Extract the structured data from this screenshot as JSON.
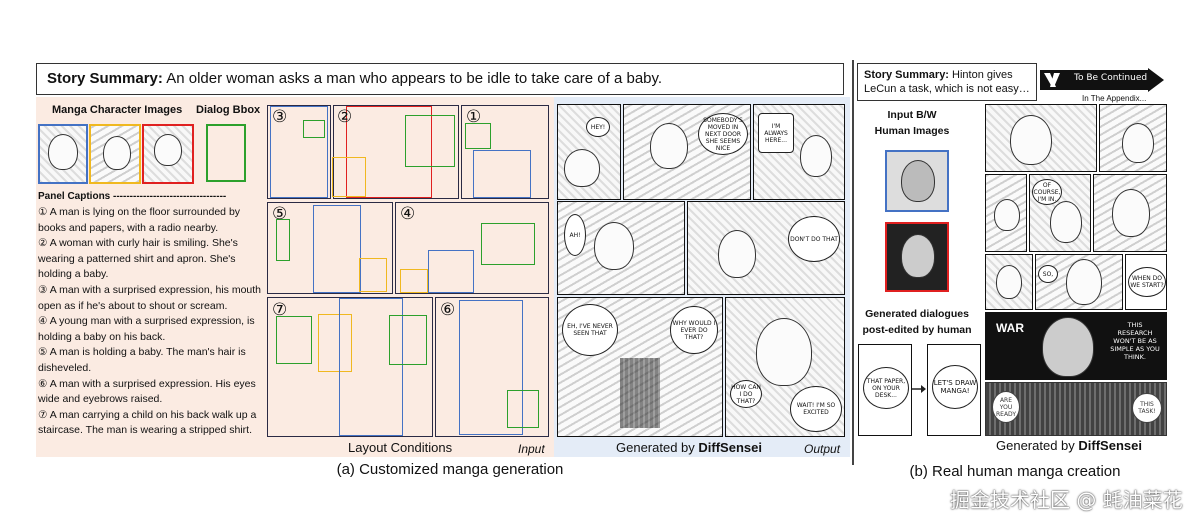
{
  "left": {
    "story_label": "Story Summary:",
    "story_text": "An older woman asks a man who appears to be idle to take care of a baby.",
    "manga_char_images": "Manga Character Images",
    "dialog_bbox": "Dialog Bbox",
    "panel_captions_label": "Panel Captions ----------------------------------",
    "captions": [
      "① A man is lying on the floor surrounded by books and papers, with a radio nearby.",
      "② A woman with curly hair is smiling. She's wearing a patterned shirt and apron. She's holding a baby.",
      "③ A man with a surprised expression, his mouth open as if he's about to shout or scream.",
      "④ A young man with a surprised expression, is holding a baby on his back.",
      "⑤ A man is holding a baby. The man's hair is disheveled.",
      "⑥ A man with a surprised expression. His eyes wide and eyebrows raised.",
      "⑦ A man carrying a child on his back walk up a staircase. The man is wearing a stripped shirt."
    ],
    "panel_numbers": [
      "③",
      "②",
      "①",
      "⑤",
      "④",
      "⑦",
      "⑥"
    ],
    "layout_conditions": "Layout Conditions",
    "input_tag": "Input",
    "generated_by": "Generated by ",
    "diffsensei": "DiffSensei",
    "output_tag": "Output",
    "bubbles": [
      "HEY!",
      "SOMEBODY'S MOVED IN NEXT DOOR SHE SEEMS NICE",
      "I'M ALWAYS HERE...",
      "AH!",
      "DON'T DO THAT",
      "EH, I'VE NEVER SEEN THAT",
      "WHY WOULD I EVER DO THAT?",
      "HOW CAN I DO THAT?",
      "WAIT! I'M SO EXCITED"
    ],
    "subcaption": "(a) Customized manga generation"
  },
  "right": {
    "story_label": "Story Summary:",
    "story_text": "Hinton gives LeCun a task, which is not easy…",
    "to_be_continued": "To Be Continued",
    "in_appendix": "In The Appendix...",
    "input_bw": "Input B/W Human Images",
    "generated_dialogues": "Generated dialogues post-edited by human",
    "dialogue_1": "THAT PAPER, ON YOUR DESK...",
    "dialogue_2": "LET'S DRAW MANGA!",
    "bubbles": [
      "OF COURSE, I'M IN.",
      "SO,",
      "WHEN DO WE START?",
      "WAR",
      "THIS RESEARCH WON'T BE AS SIMPLE AS YOU THINK.",
      "ARE YOU READY",
      "THIS TASK!"
    ],
    "generated_by": "Generated by ",
    "diffsensei": "DiffSensei",
    "subcaption": "(b) Real human manga creation"
  },
  "watermark": "掘金技术社区 @ 蚝油菜花",
  "colors": {
    "blue": "#4472c4",
    "red": "#e02020",
    "green": "#2ca02c",
    "yellow": "#f0b820",
    "peach": "#fbebe2",
    "bluebg": "#e4ecf7"
  }
}
